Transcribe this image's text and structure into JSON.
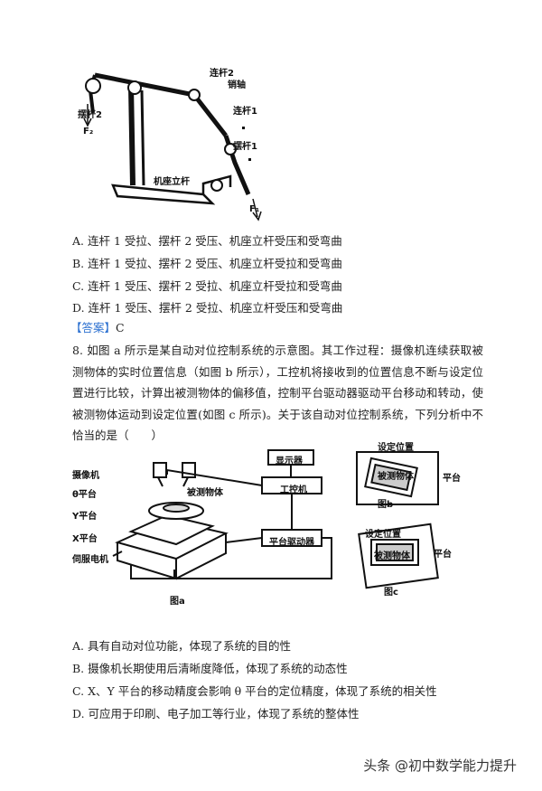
{
  "figure1": {
    "labels": {
      "link2": "连杆2",
      "pin": "销轴",
      "link1": "连杆1",
      "swing1": "摆杆1",
      "swing2": "摆杆2",
      "base_pole": "机座立杆",
      "f1": "F₁",
      "f2": "F₂"
    }
  },
  "q7_options": [
    "A. 连杆 1 受拉、摆杆 2 受压、机座立杆受压和受弯曲",
    "B. 连杆 1 受拉、摆杆 2 受压、机座立杆受拉和受弯曲",
    "C. 连杆 1 受压、摆杆 2 受拉、机座立杆受拉和受弯曲",
    "D. 连杆 1 受压、摆杆 2 受拉、机座立杆受压和受弯曲"
  ],
  "answer": {
    "tag": "【答案】",
    "value": "C"
  },
  "q8_text": "8. 如图 a 所示是某自动对位控制系统的示意图。其工作过程：摄像机连续获取被测物体的实时位置信息（如图 b 所示），工控机将接收到的位置信息不断与设定位置进行比较，计算出被测物体的偏移值，控制平台驱动器驱动平台移动和转动，使被测物体运动到设定位置(如图 c 所示)。关于该自动对位控制系统，下列分析中不恰当的是（　　）",
  "figure2": {
    "labels": {
      "camera": "摄像机",
      "theta_platform": "θ平台",
      "y_platform": "Y平台",
      "x_platform": "X平台",
      "motor": "伺服电机",
      "object": "被测物体",
      "display": "显示器",
      "ipc": "工控机",
      "driver": "平台驱动器",
      "fig_a": "图a",
      "set_pos_b": "设定位置",
      "object_b": "被测物体",
      "platform_b": "平台",
      "fig_b": "图b",
      "set_pos_c": "设定位置",
      "object_c": "被测物体",
      "platform_c": "平台",
      "fig_c": "图c"
    }
  },
  "q8_options": [
    "A. 具有自动对位功能，体现了系统的目的性",
    "B. 摄像机长期使用后清晰度降低，体现了系统的动态性",
    "C. X、Y 平台的移动精度会影响 θ 平台的定位精度，体现了系统的相关性",
    "D. 可应用于印刷、电子加工等行业，体现了系统的整体性"
  ],
  "watermark": "头条 @初中数学能力提升"
}
